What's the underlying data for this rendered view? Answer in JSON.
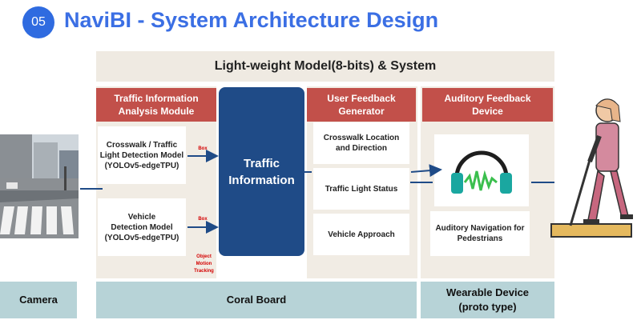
{
  "header": {
    "section_number": "05",
    "title": "NaviBI - System Architecture Design"
  },
  "banner": {
    "label": "Light-weight Model(8-bits) & System"
  },
  "modules": {
    "traffic_info": "Traffic Information\nAnalysis Module",
    "user_feedback": "User Feedback\nGenerator",
    "auditory_device": "Auditory Feedback\nDevice"
  },
  "detection": {
    "crosswalk_model": "Crosswalk / Traffic\nLight Detection Model\n(YOLOv5-edgeTPU)",
    "vehicle_model": "Vehicle\nDetection Model\n(YOLOv5-edgeTPU)"
  },
  "center_box": "Traffic\nInformation",
  "feedback_items": [
    "Crosswalk Location\nand Direction",
    "Traffic Light Status",
    "Vehicle Approach"
  ],
  "auditory": {
    "caption": "Auditory Navigation for\nPedestrians",
    "icon": "headphones-icon"
  },
  "red_labels": [
    "Box",
    "Box",
    "Object\nMotion\nTracking"
  ],
  "footer": {
    "camera": "Camera",
    "board": "Coral Board",
    "wearable": "Wearable Device\n(proto type)"
  },
  "colors": {
    "title_blue": "#3b6fe4",
    "module_red": "#c2504a",
    "center_blue": "#1f4b87",
    "footer_teal": "#b7d3d7",
    "panel_beige": "#efeae2",
    "headphone_teal": "#1aa7a0",
    "wave_green": "#3bbf4e"
  }
}
